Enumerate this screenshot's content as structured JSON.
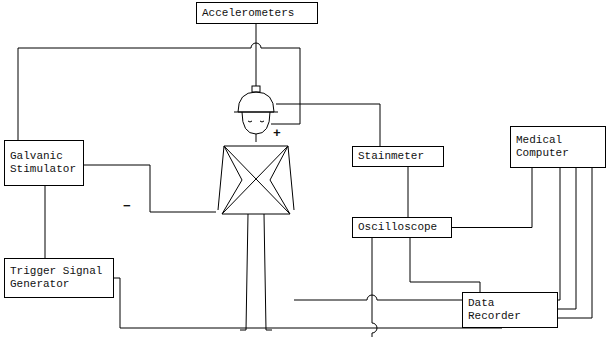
{
  "diagram": {
    "nodes": [
      {
        "text": [
          "Accelerometers"
        ]
      },
      {
        "text": [
          "Galvanic Stimulator"
        ]
      },
      {
        "text": [
          "Trigger Signal Generator"
        ]
      },
      {
        "text": [
          "Stainmeter"
        ]
      },
      {
        "text": [
          "Oscilloscope"
        ]
      },
      {
        "text": [
          "Medical Computer"
        ]
      },
      {
        "text": [
          "Data Recorder"
        ]
      }
    ],
    "edges": [
      {
        "from": 1,
        "to": 2,
        "arrow": "none"
      },
      {
        "from": 3,
        "to": 4,
        "arrow": "none"
      },
      {
        "from": 4,
        "to": 5,
        "arrow": "none"
      },
      {
        "from": 4,
        "to": 6,
        "arrow": "none"
      },
      {
        "from": 6,
        "to": 5,
        "arrow": "none"
      },
      {
        "from": 6,
        "to": 5,
        "arrow": "none"
      },
      {
        "from": 6,
        "to": 5,
        "arrow": "none"
      },
      {
        "from": 2,
        "to": 6,
        "arrow": "none"
      }
    ],
    "labels": [
      "+",
      "−"
    ]
  }
}
